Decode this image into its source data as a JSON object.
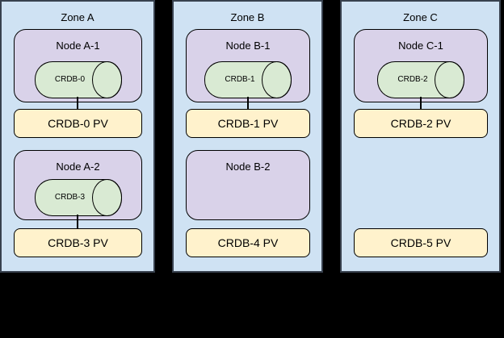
{
  "zones": [
    {
      "title": "Zone A",
      "nodes": [
        {
          "label": "Node A-1",
          "pod": "CRDB-0"
        },
        {
          "label": "Node A-2",
          "pod": "CRDB-3"
        }
      ],
      "pvs": [
        "CRDB-0 PV",
        "CRDB-3 PV"
      ]
    },
    {
      "title": "Zone B",
      "nodes": [
        {
          "label": "Node B-1",
          "pod": "CRDB-1"
        },
        {
          "label": "Node B-2",
          "pod": null
        }
      ],
      "pvs": [
        "CRDB-1 PV",
        "CRDB-4 PV"
      ]
    },
    {
      "title": "Zone C",
      "nodes": [
        {
          "label": "Node C-1",
          "pod": "CRDB-2"
        }
      ],
      "pvs": [
        "CRDB-2 PV",
        "CRDB-5 PV"
      ]
    }
  ],
  "colors": {
    "background": "#000000",
    "zone_fill": "#cfe2f3",
    "zone_border": "#38414e",
    "node_fill": "#d9d2e9",
    "pod_fill": "#d9ead3",
    "pv_fill": "#fff2cc",
    "shape_border": "#000000",
    "text": "#000000"
  }
}
